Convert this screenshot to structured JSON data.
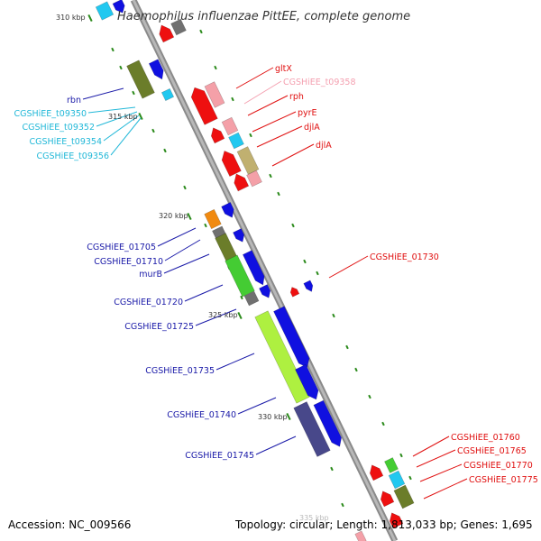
{
  "title": "Haemophilus influenzae PittEE, complete genome",
  "footer": {
    "accession": "Accession: NC_009566",
    "topology": "Topology: circular; Length: 1,813,033 bp; Genes: 1,695"
  },
  "scale_labels": [
    "310 kbp",
    "315 kbp",
    "320 kbp",
    "325 kbp",
    "330 kbp",
    "335 kbp"
  ],
  "labels_left": [
    {
      "text": "rbn",
      "color": "#1a1aa8"
    },
    {
      "text": "CGSHiEE_t09350",
      "color": "#22b8d8"
    },
    {
      "text": "CGSHiEE_t09352",
      "color": "#22b8d8"
    },
    {
      "text": "CGSHiEE_t09354",
      "color": "#22b8d8"
    },
    {
      "text": "CGSHiEE_t09356",
      "color": "#22b8d8"
    },
    {
      "text": "CGSHiEE_01705",
      "color": "#1a1aa8"
    },
    {
      "text": "CGSHiEE_01710",
      "color": "#1a1aa8"
    },
    {
      "text": "murB",
      "color": "#1a1aa8"
    },
    {
      "text": "CGSHiEE_01720",
      "color": "#1a1aa8"
    },
    {
      "text": "CGSHiEE_01725",
      "color": "#1a1aa8"
    },
    {
      "text": "CGSHiEE_01735",
      "color": "#1a1aa8"
    },
    {
      "text": "CGSHiEE_01740",
      "color": "#1a1aa8"
    },
    {
      "text": "CGSHiEE_01745",
      "color": "#1a1aa8"
    }
  ],
  "labels_right": [
    {
      "text": "gltX",
      "color": "#e01010"
    },
    {
      "text": "CGSHiEE_t09358",
      "color": "#f4a0b0"
    },
    {
      "text": "rph",
      "color": "#e01010"
    },
    {
      "text": "pyrE",
      "color": "#e01010"
    },
    {
      "text": "djlA",
      "color": "#e01010"
    },
    {
      "text": "djlA",
      "color": "#e01010"
    },
    {
      "text": "CGSHiEE_01730",
      "color": "#e01010"
    },
    {
      "text": "CGSHiEE_01760",
      "color": "#e01010"
    },
    {
      "text": "CGSHiEE_01765",
      "color": "#e01010"
    },
    {
      "text": "CGSHiEE_01770",
      "color": "#e01010"
    },
    {
      "text": "CGSHiEE_01775",
      "color": "#e01010"
    }
  ],
  "colors": {
    "backbone": "#a0a0a0",
    "forward": "#1010e0",
    "reverse": "#ee1010",
    "trna": "#22c8f0",
    "olive": "#6b7d2a",
    "lime": "#aef040",
    "green": "#44cc33",
    "gray": "#707070",
    "pink": "#f4a0a8",
    "khaki": "#c0b070",
    "orange": "#f08a10",
    "navy": "#48488a",
    "tick": "#2a8a1a"
  }
}
